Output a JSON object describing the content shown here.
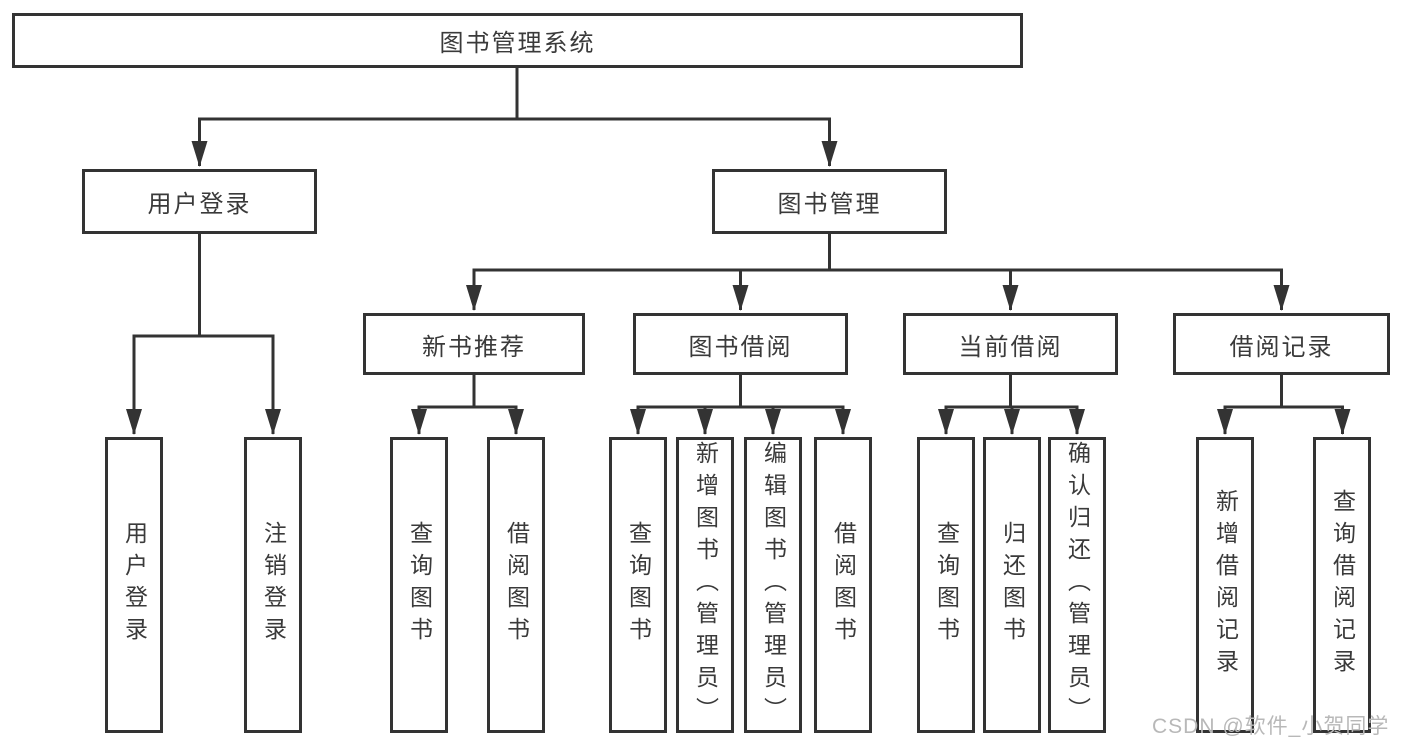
{
  "tree": {
    "root": "图书管理系统",
    "branches": [
      {
        "label": "用户登录",
        "children": [
          {
            "label": "用户登录"
          },
          {
            "label": "注销登录"
          }
        ]
      },
      {
        "label": "图书管理",
        "children": [
          {
            "label": "新书推荐",
            "children": [
              {
                "label": "查询图书"
              },
              {
                "label": "借阅图书"
              }
            ]
          },
          {
            "label": "图书借阅",
            "children": [
              {
                "label": "查询图书"
              },
              {
                "label": "新增图书（管理员）"
              },
              {
                "label": "编辑图书（管理员）"
              },
              {
                "label": "借阅图书"
              }
            ]
          },
          {
            "label": "当前借阅",
            "children": [
              {
                "label": "查询图书"
              },
              {
                "label": "归还图书"
              },
              {
                "label": "确认归还（管理员）"
              }
            ]
          },
          {
            "label": "借阅记录",
            "children": [
              {
                "label": "新增借阅记录"
              },
              {
                "label": "查询借阅记录"
              }
            ]
          }
        ]
      }
    ]
  },
  "watermark": "CSDN @软件_小贺同学",
  "colors": {
    "line": "#333333",
    "box_border": "#333333",
    "box_fill": "#ffffff",
    "text": "#3a3a3a",
    "watermark": "#b8b8b8"
  }
}
